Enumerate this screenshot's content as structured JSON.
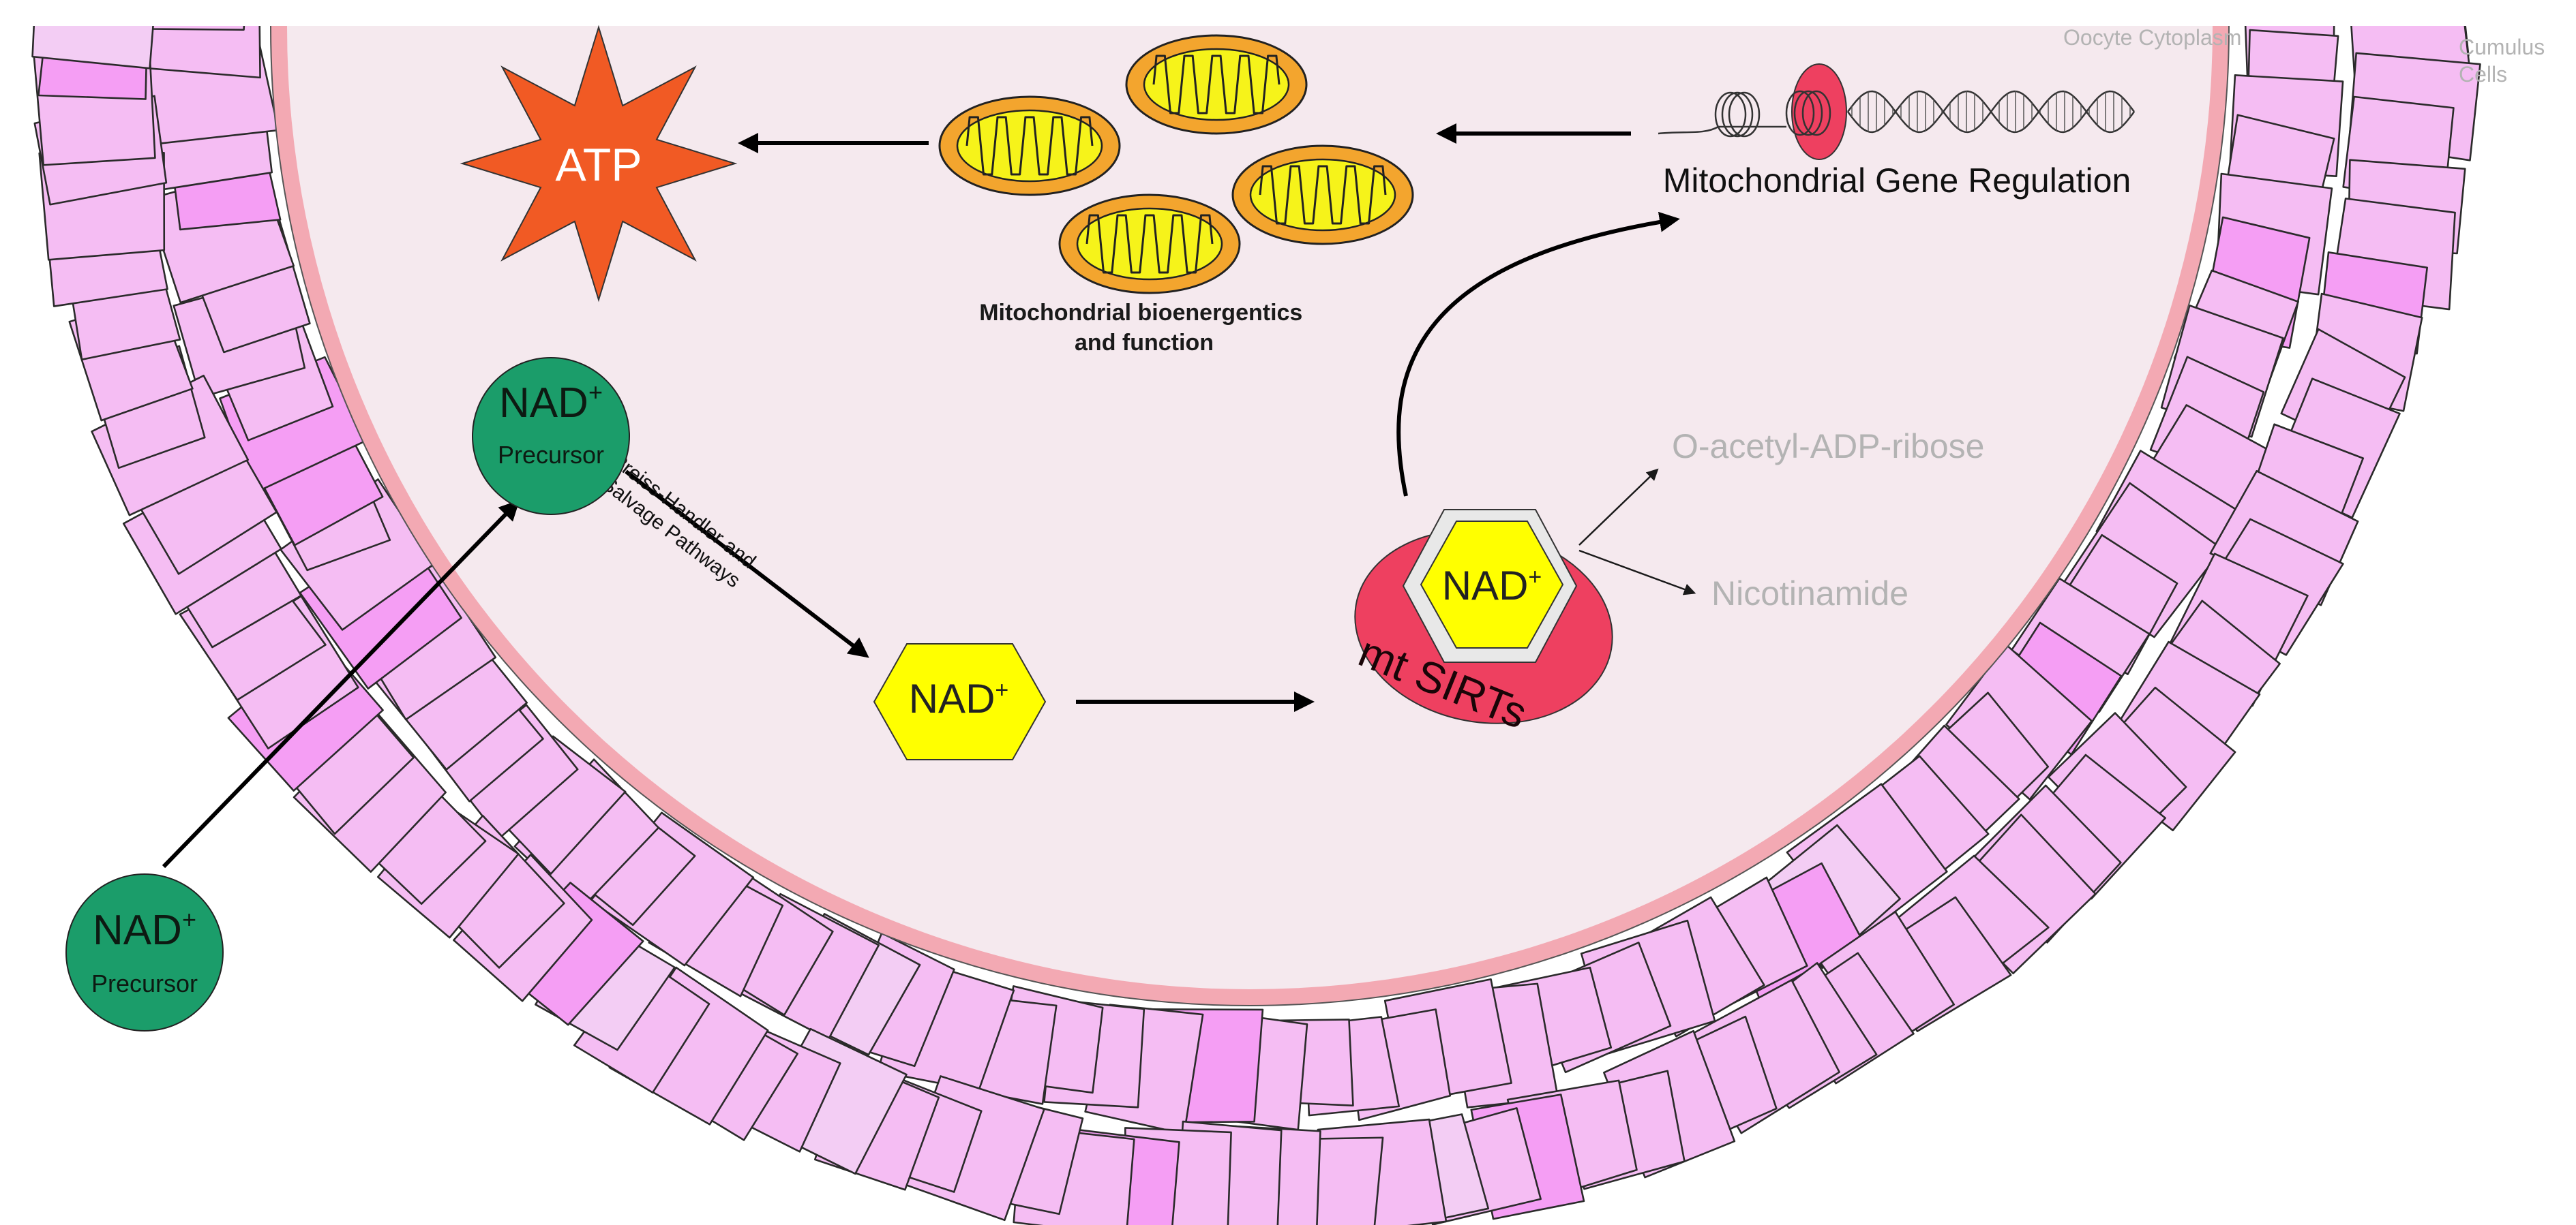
{
  "labels": {
    "oocyte_cytoplasm": "Oocyte Cytoplasm",
    "cumulus_cells": [
      "Cumulus",
      "Cells"
    ],
    "atp": "ATP",
    "mito_function": [
      "Mitochondrial bioenergentics",
      "and function"
    ],
    "gene_regulation": "Mitochondrial Gene Regulation",
    "nad": "NAD",
    "nad_sup": "+",
    "precursor": "Precursor",
    "pathways": [
      "Preiss-Handler and",
      "Salvage Pathways"
    ],
    "product_1": "O-acetyl-ADP-ribose",
    "product_2": "Nicotinamide",
    "mt_sirts": "mt SIRTs"
  },
  "colors": {
    "cytoplasm": "#f5e9ee",
    "zona_ring": "#f3a9b3",
    "cumulus_cell": "#f5bdf3",
    "nad_precursor": "#1b9d6a",
    "nad_hexagon": "#ffff00",
    "atp_star": "#f15a24",
    "sirt": "#ee4060",
    "mitochondrion": "#f3a52e",
    "muted_text": "#b3b3b3"
  }
}
